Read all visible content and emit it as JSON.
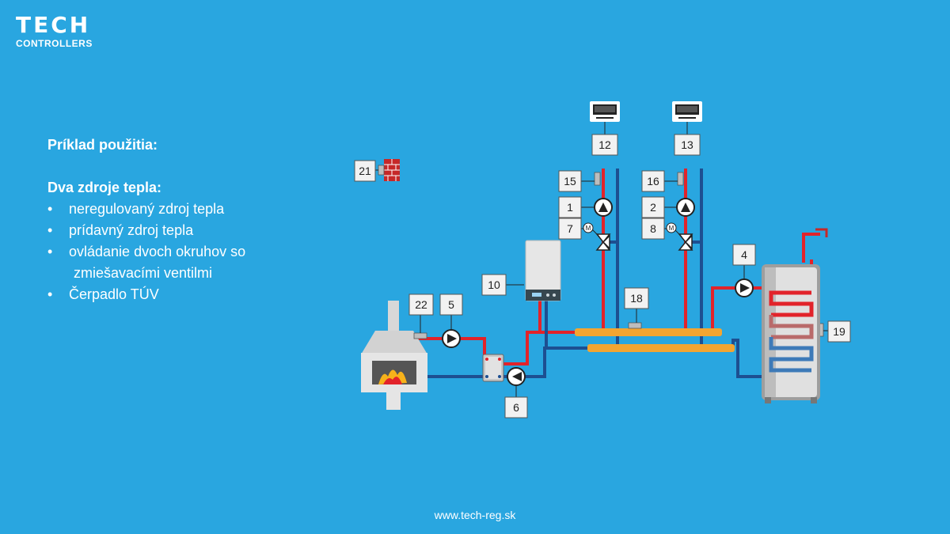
{
  "logo": {
    "brand": "TECH",
    "sub": "CONTROLLERS"
  },
  "text": {
    "title": "Príklad použitia:",
    "subtitle": "Dva zdroje tepla:",
    "items": [
      "neregulovaný zdroj tepla",
      "prídavný zdroj tepla",
      "ovládanie dvoch okruhov so",
      "zmiešavacími ventilmi",
      "Čerpadlo TÚV"
    ]
  },
  "labels": [
    "21",
    "12",
    "13",
    "15",
    "16",
    "1",
    "2",
    "7",
    "8",
    "10",
    "4",
    "22",
    "5",
    "18",
    "19",
    "6"
  ],
  "footer": "www.tech-reg.sk",
  "colors": {
    "background": "#29a6e0",
    "hot_pipe": "#e2232a",
    "cold_pipe": "#1d4f91",
    "manifold": "#f3a531",
    "label_box": "#f2f2f2"
  }
}
